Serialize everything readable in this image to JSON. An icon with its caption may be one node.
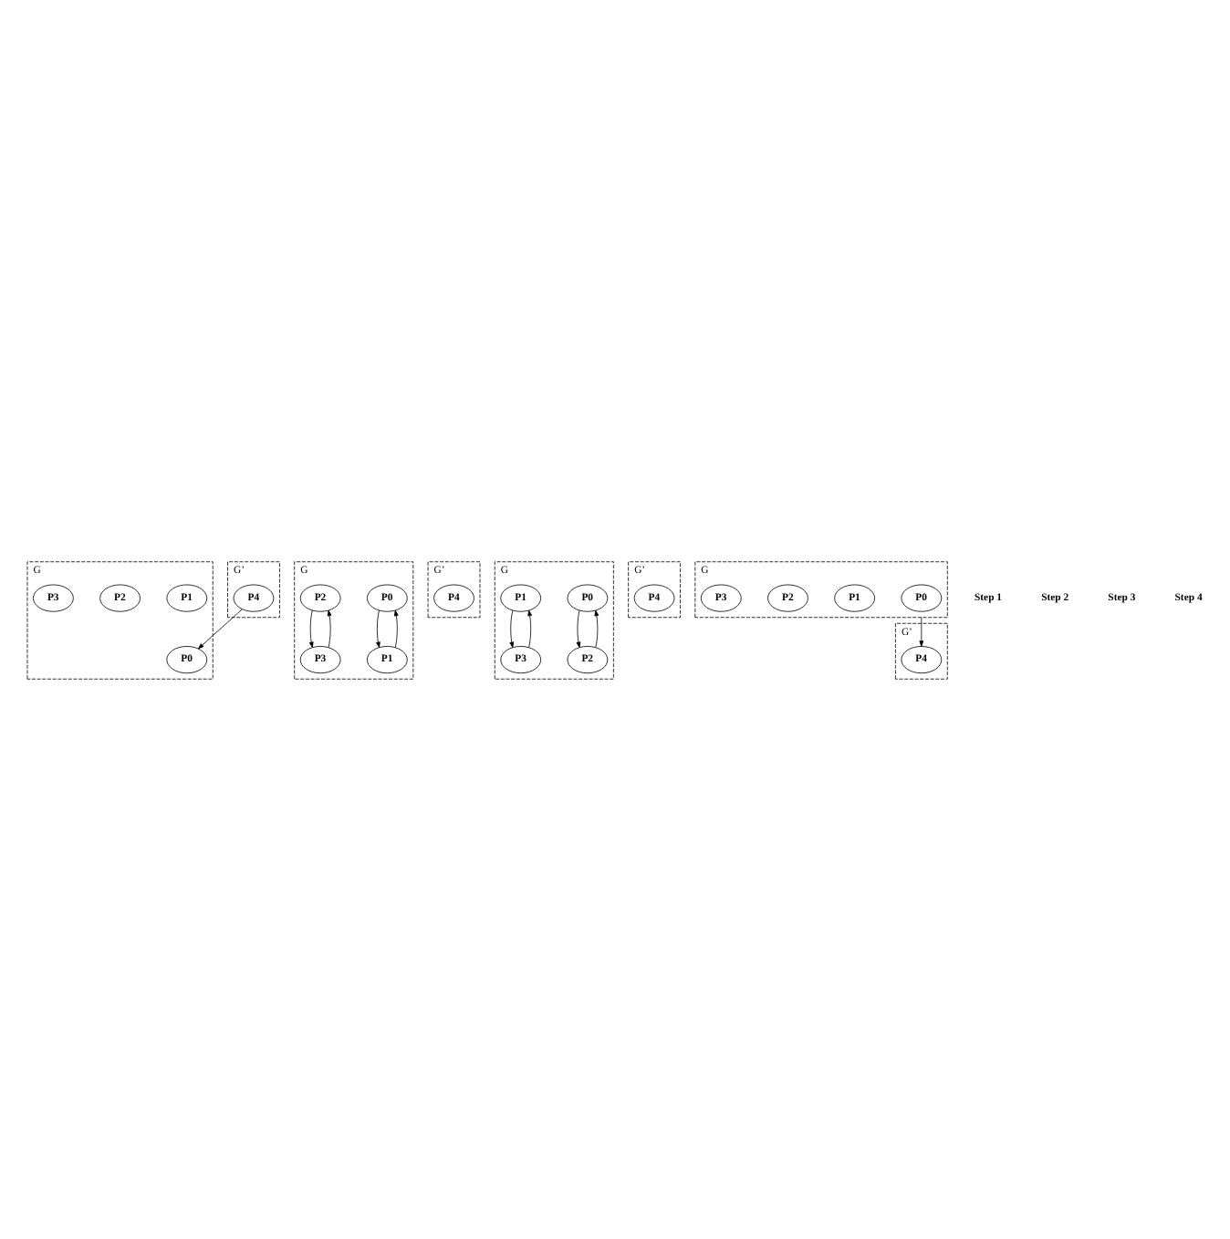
{
  "diagram": {
    "nodes": [
      {
        "text": [
          "G"
        ]
      },
      {
        "text": [
          "G’"
        ]
      },
      {
        "text": [
          "P0"
        ],
        "in": 0
      },
      {
        "text": [
          "P1"
        ],
        "in": 0
      },
      {
        "text": [
          "P2"
        ],
        "in": 0
      },
      {
        "text": [
          "P3"
        ],
        "in": 0
      },
      {
        "text": [
          "P4"
        ],
        "in": 1
      },
      {
        "text": [
          "G"
        ]
      },
      {
        "text": [
          "G’"
        ]
      },
      {
        "text": [
          "P0"
        ],
        "in": 7
      },
      {
        "text": [
          "P1"
        ],
        "in": 7
      },
      {
        "text": [
          "P2"
        ],
        "in": 7
      },
      {
        "text": [
          "P3"
        ],
        "in": 7
      },
      {
        "text": [
          "P4"
        ],
        "in": 8
      },
      {
        "text": [
          "G"
        ]
      },
      {
        "text": [
          "G’"
        ]
      },
      {
        "text": [
          "P0"
        ],
        "in": 14
      },
      {
        "text": [
          "P1"
        ],
        "in": 14
      },
      {
        "text": [
          "P2"
        ],
        "in": 14
      },
      {
        "text": [
          "P3"
        ],
        "in": 14
      },
      {
        "text": [
          "P4"
        ],
        "in": 15
      },
      {
        "text": [
          "G"
        ]
      },
      {
        "text": [
          "G’"
        ]
      },
      {
        "text": [
          "P0"
        ],
        "in": 21
      },
      {
        "text": [
          "P1"
        ],
        "in": 21
      },
      {
        "text": [
          "P2"
        ],
        "in": 21
      },
      {
        "text": [
          "P3"
        ],
        "in": 21
      },
      {
        "text": [
          "P4"
        ],
        "in": 22
      }
    ],
    "edges": [
      {
        "from": 6,
        "to": 2,
        "arrow": "to"
      },
      {
        "from": 9,
        "to": 10,
        "arrow": "to"
      },
      {
        "from": 10,
        "to": 9,
        "arrow": "to"
      },
      {
        "from": 11,
        "to": 12,
        "arrow": "to"
      },
      {
        "from": 12,
        "to": 11,
        "arrow": "to"
      },
      {
        "from": 16,
        "to": 18,
        "arrow": "to"
      },
      {
        "from": 18,
        "to": 16,
        "arrow": "to"
      },
      {
        "from": 17,
        "to": 19,
        "arrow": "to"
      },
      {
        "from": 19,
        "to": 17,
        "arrow": "to"
      },
      {
        "from": 21,
        "to": 27,
        "arrow": "to"
      }
    ],
    "labels": [
      "Step 1",
      "Step 2",
      "Step 3",
      "Step 4"
    ]
  }
}
